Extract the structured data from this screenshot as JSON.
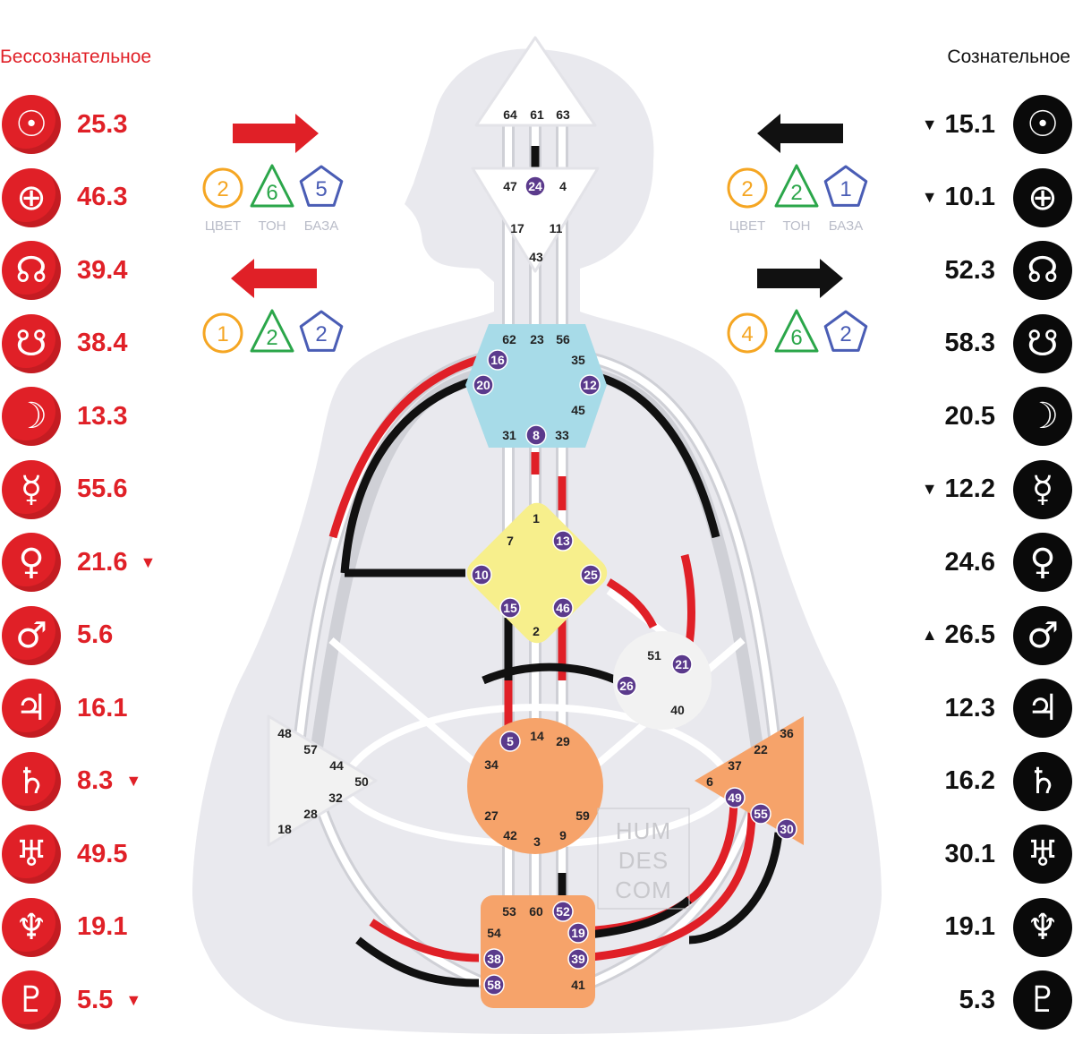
{
  "columns": {
    "unconscious_title": "Бессознательное",
    "conscious_title": "Сознательное"
  },
  "colors": {
    "unconscious_red": "#e02027",
    "conscious_black": "#111111",
    "head_center": "#ffffff",
    "ajna": "#ffffff",
    "throat": "#a7dbe8",
    "g_center": "#f7ef8c",
    "sacral": "#f6a36a",
    "root": "#f6a36a",
    "solar_plexus": "#f6a36a",
    "spleen": "#f2f2f2",
    "ego": "#f2f2f2",
    "active_gate": "#5b3a8c",
    "variable_color": "#f5a623",
    "variable_tone": "#2ba64a",
    "variable_base": "#4a5db5"
  },
  "unconscious": [
    {
      "planet": "sun-icon",
      "symbol": "☉",
      "value": "25.3",
      "mark": ""
    },
    {
      "planet": "earth-icon",
      "symbol": "⊕",
      "value": "46.3",
      "mark": ""
    },
    {
      "planet": "north-node-icon",
      "symbol": "☊",
      "value": "39.4",
      "mark": ""
    },
    {
      "planet": "south-node-icon",
      "symbol": "☋",
      "value": "38.4",
      "mark": ""
    },
    {
      "planet": "moon-icon",
      "symbol": "☽",
      "value": "13.3",
      "mark": ""
    },
    {
      "planet": "mercury-icon",
      "symbol": "☿",
      "value": "55.6",
      "mark": ""
    },
    {
      "planet": "venus-icon",
      "symbol": "♀",
      "value": "21.6",
      "mark": "▼"
    },
    {
      "planet": "mars-icon",
      "symbol": "♂",
      "value": "5.6",
      "mark": ""
    },
    {
      "planet": "jupiter-icon",
      "symbol": "♃",
      "value": "16.1",
      "mark": ""
    },
    {
      "planet": "saturn-icon",
      "symbol": "♄",
      "value": "8.3",
      "mark": "▼"
    },
    {
      "planet": "uranus-icon",
      "symbol": "♅",
      "value": "49.5",
      "mark": ""
    },
    {
      "planet": "neptune-icon",
      "symbol": "♆",
      "value": "19.1",
      "mark": ""
    },
    {
      "planet": "pluto-icon",
      "symbol": "♇",
      "value": "5.5",
      "mark": "▼"
    }
  ],
  "conscious": [
    {
      "planet": "sun-icon",
      "symbol": "☉",
      "value": "15.1",
      "mark": "▼"
    },
    {
      "planet": "earth-icon",
      "symbol": "⊕",
      "value": "10.1",
      "mark": "▼"
    },
    {
      "planet": "north-node-icon",
      "symbol": "☊",
      "value": "52.3",
      "mark": ""
    },
    {
      "planet": "south-node-icon",
      "symbol": "☋",
      "value": "58.3",
      "mark": ""
    },
    {
      "planet": "moon-icon",
      "symbol": "☽",
      "value": "20.5",
      "mark": ""
    },
    {
      "planet": "mercury-icon",
      "symbol": "☿",
      "value": "12.2",
      "mark": "▼"
    },
    {
      "planet": "venus-icon",
      "symbol": "♀",
      "value": "24.6",
      "mark": ""
    },
    {
      "planet": "mars-icon",
      "symbol": "♂",
      "value": "26.5",
      "mark": "▲"
    },
    {
      "planet": "jupiter-icon",
      "symbol": "♃",
      "value": "12.3",
      "mark": ""
    },
    {
      "planet": "saturn-icon",
      "symbol": "♄",
      "value": "16.2",
      "mark": ""
    },
    {
      "planet": "uranus-icon",
      "symbol": "♅",
      "value": "30.1",
      "mark": ""
    },
    {
      "planet": "neptune-icon",
      "symbol": "♆",
      "value": "19.1",
      "mark": ""
    },
    {
      "planet": "pluto-icon",
      "symbol": "♇",
      "value": "5.3",
      "mark": ""
    }
  ],
  "variables": {
    "labels": {
      "color": "ЦВЕТ",
      "tone": "ТОН",
      "base": "БАЗА"
    },
    "top_left": {
      "color": "2",
      "tone": "6",
      "base": "5"
    },
    "bottom_left": {
      "color": "1",
      "tone": "2",
      "base": "2"
    },
    "top_right": {
      "color": "2",
      "tone": "2",
      "base": "1"
    },
    "bottom_right": {
      "color": "4",
      "tone": "6",
      "base": "2"
    }
  },
  "watermark": [
    "HUM",
    "DES",
    "COM"
  ],
  "centers": {
    "head": [
      "64",
      "61",
      "63"
    ],
    "ajna": [
      "47",
      "24",
      "4",
      "17",
      "11",
      "43"
    ],
    "throat": [
      "62",
      "23",
      "56",
      "16",
      "35",
      "20",
      "12",
      "45",
      "31",
      "8",
      "33"
    ],
    "g": [
      "1",
      "7",
      "13",
      "10",
      "25",
      "15",
      "46",
      "2"
    ],
    "ego": [
      "51",
      "21",
      "26",
      "40"
    ],
    "spleen": [
      "48",
      "57",
      "44",
      "50",
      "32",
      "28",
      "18"
    ],
    "sacral": [
      "5",
      "14",
      "29",
      "34",
      "27",
      "59",
      "42",
      "3",
      "9"
    ],
    "solar_plexus": [
      "36",
      "22",
      "37",
      "6",
      "49",
      "55",
      "30"
    ],
    "root": [
      "53",
      "60",
      "52",
      "54",
      "19",
      "38",
      "39",
      "58",
      "41"
    ]
  },
  "active_gates": [
    "24",
    "16",
    "20",
    "12",
    "8",
    "13",
    "10",
    "25",
    "15",
    "46",
    "21",
    "26",
    "5",
    "49",
    "55",
    "30",
    "52",
    "19",
    "38",
    "39",
    "58"
  ]
}
